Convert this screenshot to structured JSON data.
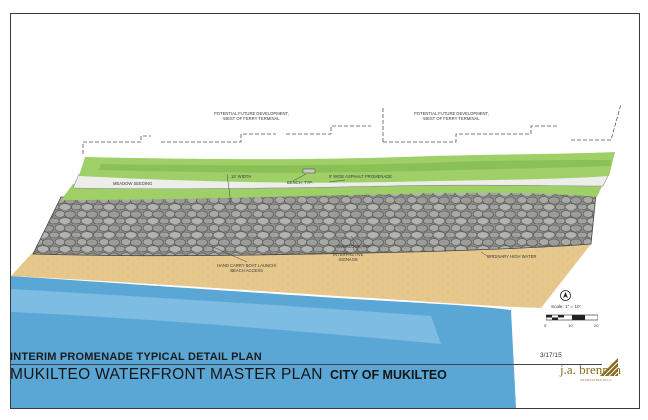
{
  "callouts": {
    "future_dev_left": "POTENTIAL FUTURE DEVELOPMENT,",
    "future_dev_left_2": "WEST OF FERRY TERMINAL",
    "future_dev_right": "POTENTIAL FUTURE DEVELOPMENT,",
    "future_dev_right_2": "WEST OF FERRY TERMINAL",
    "meadow": "MEADOW SEEDING",
    "width": "15' WIDTH",
    "bench": "BENCH, TYP.",
    "promenade": "8' WIDE ASPHALT PROMENADE",
    "overlook": "OVERLOOK, TYP.",
    "signage": "INTERPRETIVE",
    "signage_2": "SIGNAGE",
    "launch": "HAND CARRY BOAT LAUNCH/",
    "launch_2": "BEACH ACCESS",
    "high_water": "ORDINARY HIGH WATER"
  },
  "scale": {
    "label": "Scale: 1\" = 10'",
    "ticks": [
      "0'",
      "10'",
      "20'"
    ]
  },
  "title_block": {
    "subtitle": "INTERIM PROMENADE TYPICAL DETAIL PLAN",
    "main_title": "MUKILTEO WATERFRONT MASTER PLAN",
    "client": "CITY OF MUKILTEO",
    "date": "3/17/15",
    "firm": "j.a. brennan",
    "firm_sub": "ASSOCIATES PLLC"
  },
  "colors": {
    "water": "#5aa7d6",
    "sand": "#e7c98e",
    "rock": "#8e8e8e",
    "grass": "#9fd067",
    "path": "#ededea",
    "brand": "#8a6a1e"
  }
}
